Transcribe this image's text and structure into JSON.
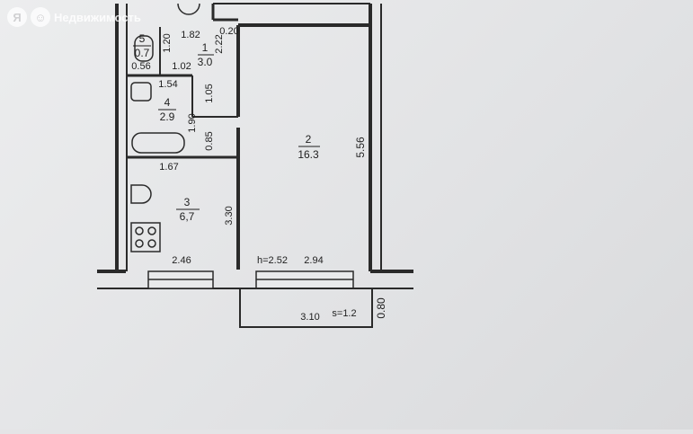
{
  "watermark": {
    "logo_letter": "Я",
    "icon": "smile-icon",
    "text": "Недвижимость"
  },
  "plan": {
    "height_label": "h=2.52",
    "rooms": [
      {
        "number": "1",
        "area": "3.0"
      },
      {
        "number": "2",
        "area": "16.3"
      },
      {
        "number": "3",
        "area": "6,7"
      },
      {
        "number": "4",
        "area": "2.9"
      },
      {
        "number": "5",
        "area": "0.7"
      }
    ],
    "dims": {
      "d_182": "1.82",
      "d_020": "0.20",
      "d_120": "1.20",
      "d_056": "0.56",
      "d_102": "1.02",
      "d_222": "2.22",
      "d_154": "1.54",
      "d_105": "1.05",
      "d_190": "1.90",
      "d_085": "0.85",
      "d_167": "1.67",
      "d_330": "3.30",
      "d_556": "5.56",
      "d_246": "2.46",
      "d_294": "2.94",
      "d_310": "3.10",
      "balcony_area": "s=1.2",
      "d_080": "0.80"
    }
  }
}
